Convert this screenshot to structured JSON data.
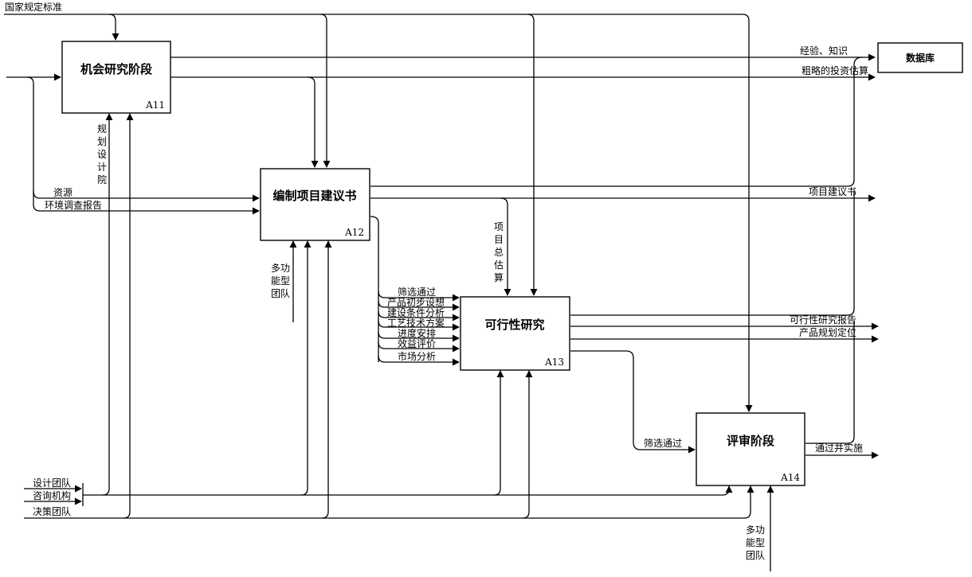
{
  "boxes": {
    "a11": {
      "title": "机会研究阶段",
      "code": "A11"
    },
    "a12": {
      "title": "编制项目建议书",
      "code": "A12"
    },
    "a13": {
      "title": "可行性研究",
      "code": "A13"
    },
    "a14": {
      "title": "评审阶段",
      "code": "A14"
    },
    "database": {
      "title": "数据库"
    }
  },
  "labels": {
    "national_standard": "国家规定标准",
    "experience_knowledge": "经验、知识",
    "rough_estimate": "粗略的投资估算",
    "planning_institute": [
      "规",
      "划",
      "设",
      "计",
      "院"
    ],
    "resources": "资源",
    "env_report": "环境调查报告",
    "multi_team_a12": [
      "多功",
      "能型",
      "团队"
    ],
    "project_proposal": "项目建议书",
    "project_total_estimate": [
      "项",
      "目",
      "总",
      "估",
      "算"
    ],
    "screen_pass_a13": "筛选通过",
    "product_concept": "产品初步设想",
    "construction_analysis": "建设条件分析",
    "process_plan": "工艺技术方案",
    "schedule": "进度安排",
    "benefit_eval": "效益评价",
    "market_analysis": "市场分析",
    "feasibility_report": "可行性研究报告",
    "product_positioning": "产品规划定位",
    "screen_pass_a14": "筛选通过",
    "approved_implement": "通过并实施",
    "design_team": "设计团队",
    "consulting_agency": "咨询机构",
    "decision_team": "决策团队",
    "multi_team_a14": [
      "多功",
      "能型",
      "团队"
    ]
  }
}
